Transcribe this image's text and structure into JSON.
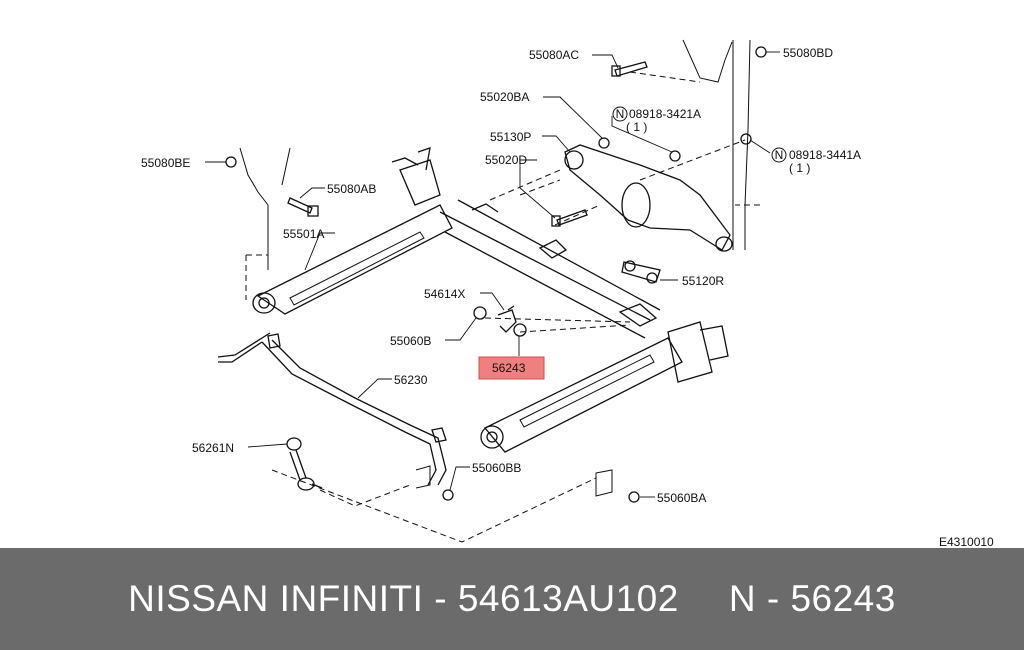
{
  "diagram": {
    "labels": {
      "p55080AC": "55080AC",
      "p55080BD": "55080BD",
      "p55020BA": "55020BA",
      "n08918_3421A": "08918-3421A",
      "q1a": "( 1 )",
      "p55130P": "55130P",
      "p55020D": "55020D",
      "n08918_3441A": "08918-3441A",
      "q1b": "( 1 )",
      "p55080BE": "55080BE",
      "p55080AB": "55080AB",
      "p55501A": "55501A",
      "p54614X": "54614X",
      "p55060B": "55060B",
      "p56243": "56243",
      "p56230": "56230",
      "p55120R": "55120R",
      "p56261N": "56261N",
      "p55060BB": "55060BB",
      "p55060BA": "55060BA",
      "n_symbol": "N",
      "code": "E4310010"
    },
    "highlight_color": "#f08080"
  },
  "footer": {
    "left": "NISSAN  INFINITI - 54613AU102",
    "right": "N - 56243"
  }
}
